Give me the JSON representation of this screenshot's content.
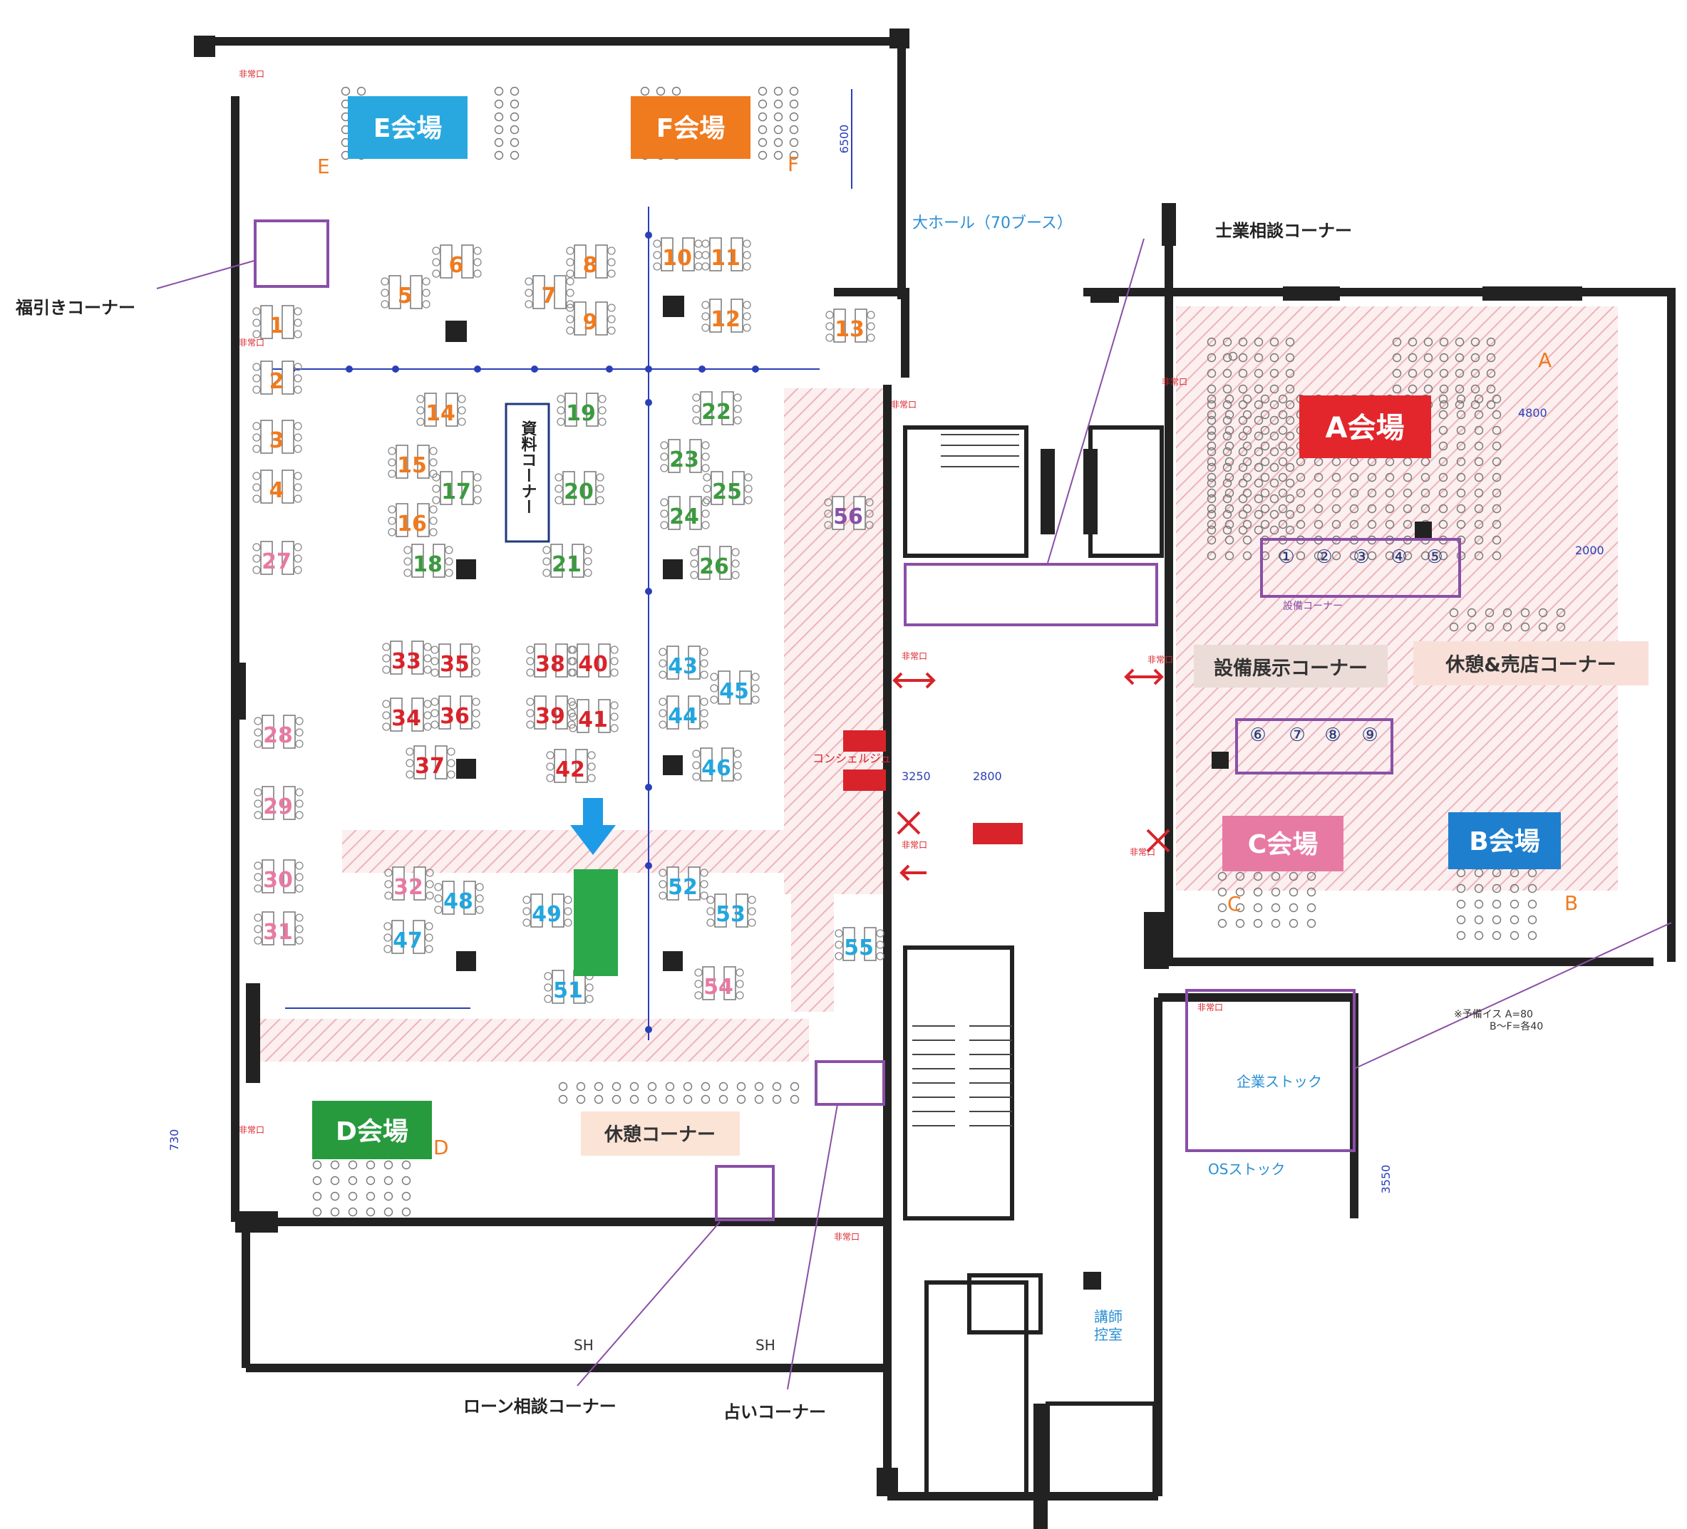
{
  "venues": [
    {
      "id": "E",
      "label": "E会場",
      "bg": "#29a8e0",
      "letter": "E"
    },
    {
      "id": "F",
      "label": "F会場",
      "bg": "#f07a1e",
      "letter": "F"
    },
    {
      "id": "A",
      "label": "A会場",
      "bg": "#e2262b",
      "letter": "A"
    },
    {
      "id": "B",
      "label": "B会場",
      "bg": "#1e7fcf",
      "letter": "B"
    },
    {
      "id": "C",
      "label": "C会場",
      "bg": "#e77aa3",
      "letter": "C"
    },
    {
      "id": "D",
      "label": "D会場",
      "bg": "#279a3d",
      "letter": "D"
    }
  ],
  "corners": {
    "fukubiki": "福引きコーナー",
    "shigyo": "士業相談コーナー",
    "loan": "ローン相談コーナー",
    "uranai": "占いコーナー",
    "setsubi": "設備展示コーナー",
    "kyukei_baiten": "休憩&売店コーナー",
    "kyukei": "休憩コーナー",
    "shiryo": "資料コーナー"
  },
  "plan_labels": {
    "hall": "大ホール（70ブース）",
    "stock": "企業ストック",
    "os_stock": "OSストック",
    "koshi": "講師控室",
    "concierge": "コンシェルジュ",
    "reserve_chairs_1": "※予備イス A=80",
    "reserve_chairs_2": "B〜F=各40",
    "setsubi_small": "設備コーナー",
    "exit": "非常口",
    "sh_left": "SH",
    "sh_right": "SH"
  },
  "dims": [
    "6500",
    "4800",
    "2000",
    "3550",
    "730",
    "3250",
    "2800"
  ],
  "equipment_booths": [
    "①",
    "②",
    "③",
    "④",
    "⑤",
    "⑥",
    "⑦",
    "⑧",
    "⑨"
  ],
  "colors": {
    "orange": "#f07a1e",
    "green": "#3b9a3f",
    "blue": "#22a6df",
    "red": "#d9232a",
    "pink": "#e77aa3",
    "purple": "#8a4fa6",
    "wall": "#222222",
    "hatch": "#f4c9cc",
    "dim_line": "#2b3fb8",
    "marker": "#2aa84a",
    "arrow": "#1e9be6"
  },
  "booths": [
    {
      "n": "1",
      "c": "orange"
    },
    {
      "n": "2",
      "c": "orange"
    },
    {
      "n": "3",
      "c": "orange"
    },
    {
      "n": "4",
      "c": "orange"
    },
    {
      "n": "5",
      "c": "orange"
    },
    {
      "n": "6",
      "c": "orange"
    },
    {
      "n": "7",
      "c": "orange"
    },
    {
      "n": "8",
      "c": "orange"
    },
    {
      "n": "9",
      "c": "orange"
    },
    {
      "n": "10",
      "c": "orange"
    },
    {
      "n": "11",
      "c": "orange"
    },
    {
      "n": "12",
      "c": "orange"
    },
    {
      "n": "13",
      "c": "orange"
    },
    {
      "n": "14",
      "c": "orange"
    },
    {
      "n": "15",
      "c": "orange"
    },
    {
      "n": "16",
      "c": "orange"
    },
    {
      "n": "17",
      "c": "green"
    },
    {
      "n": "18",
      "c": "green"
    },
    {
      "n": "19",
      "c": "green"
    },
    {
      "n": "20",
      "c": "green"
    },
    {
      "n": "21",
      "c": "green"
    },
    {
      "n": "22",
      "c": "green"
    },
    {
      "n": "23",
      "c": "green"
    },
    {
      "n": "24",
      "c": "green"
    },
    {
      "n": "25",
      "c": "green"
    },
    {
      "n": "26",
      "c": "green"
    },
    {
      "n": "27",
      "c": "pink"
    },
    {
      "n": "28",
      "c": "pink"
    },
    {
      "n": "29",
      "c": "pink"
    },
    {
      "n": "30",
      "c": "pink"
    },
    {
      "n": "31",
      "c": "pink"
    },
    {
      "n": "32",
      "c": "pink"
    },
    {
      "n": "33",
      "c": "red"
    },
    {
      "n": "34",
      "c": "red"
    },
    {
      "n": "35",
      "c": "red"
    },
    {
      "n": "36",
      "c": "red"
    },
    {
      "n": "37",
      "c": "red"
    },
    {
      "n": "38",
      "c": "red"
    },
    {
      "n": "39",
      "c": "red"
    },
    {
      "n": "40",
      "c": "red"
    },
    {
      "n": "41",
      "c": "red"
    },
    {
      "n": "42",
      "c": "red"
    },
    {
      "n": "43",
      "c": "blue"
    },
    {
      "n": "44",
      "c": "blue"
    },
    {
      "n": "45",
      "c": "blue"
    },
    {
      "n": "46",
      "c": "blue"
    },
    {
      "n": "47",
      "c": "blue"
    },
    {
      "n": "48",
      "c": "blue"
    },
    {
      "n": "49",
      "c": "blue"
    },
    {
      "n": "51",
      "c": "blue"
    },
    {
      "n": "52",
      "c": "blue"
    },
    {
      "n": "53",
      "c": "blue"
    },
    {
      "n": "54",
      "c": "pink"
    },
    {
      "n": "55",
      "c": "blue"
    },
    {
      "n": "56",
      "c": "purple"
    }
  ]
}
